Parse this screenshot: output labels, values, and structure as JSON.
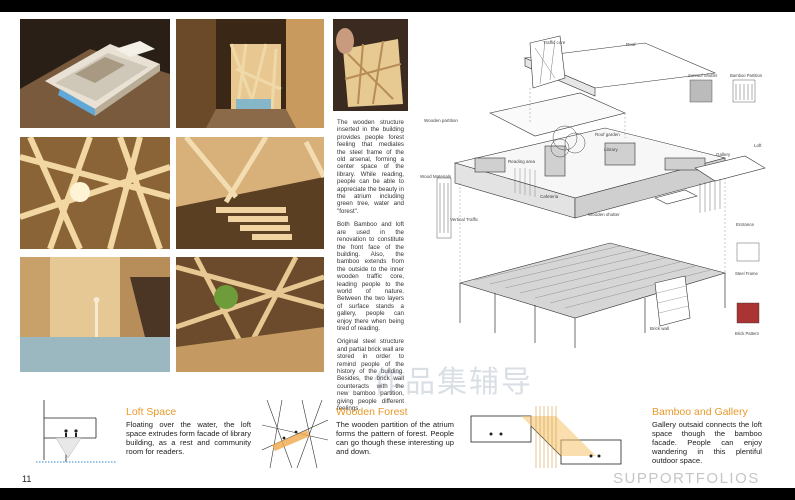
{
  "page_number": "11",
  "body_paragraphs": [
    "The wooden structure inserted in the building provides people forest feeling that mediates the steel frame of the old arsenal, forming a center space of the library. While reading, people can be able to appreciate the beauty in the atrium including green tree, water and \"forest\".",
    "Both Bamboo and loft are used in the renovation to constitute the front face of the building. Also, the bamboo extends from the outside to the inner wooden traffic core, leading people to the world of nature. Between the two layers of surface stands a gallery, people can enjoy there when being tired of reading.",
    "Original steel structure and partial brick wall are stored in order to remind people of the history of the building. Besides, the brick wall counteracts with the new bamboo partition, giving people different feelings."
  ],
  "sections": [
    {
      "title": "Loft Space",
      "text": "Floating over the water, the loft space extrudes form facade of library building, as a rest and community room for readers."
    },
    {
      "title": "Wooden Forest",
      "text": "The wooden partition of the atrium forms the pattern of forest. People can go though these interesting up and down."
    },
    {
      "title": "Bamboo and Gallery",
      "text": "Gallery outsaid connects the loft space though the bamboo facade. People can enjoy wandering in this plentiful outdoor space."
    }
  ],
  "axo_labels": {
    "roof": "Roof",
    "traffic_core": "Traffic core",
    "wooden_partition": "Wooden partition",
    "wood_materials": "Wood Materials",
    "vertical_traffic": "Vertical Traffic",
    "wooden_shutter": "Wooden shutter",
    "brick_wall": "Brick wall",
    "gallery": "Gallery",
    "loft": "Loft",
    "entrance": "Entrance",
    "steel_frame": "Steel Frame",
    "brick_pattern": "Brick Pattern",
    "sunroof_shutter": "Sunroof Shutter",
    "bamboo_partition": "Bamboo Partition",
    "reading_area": "Reading area",
    "roof_garden": "Roof garden",
    "library": "Library",
    "cafeteria": "Cafeteria"
  },
  "watermark": {
    "main": "作品集辅导",
    "corner": "SUPPORTFOLIOS"
  },
  "colors": {
    "accent": "#e89a2a",
    "frame": "#000000",
    "wood": "#d9b27a"
  }
}
